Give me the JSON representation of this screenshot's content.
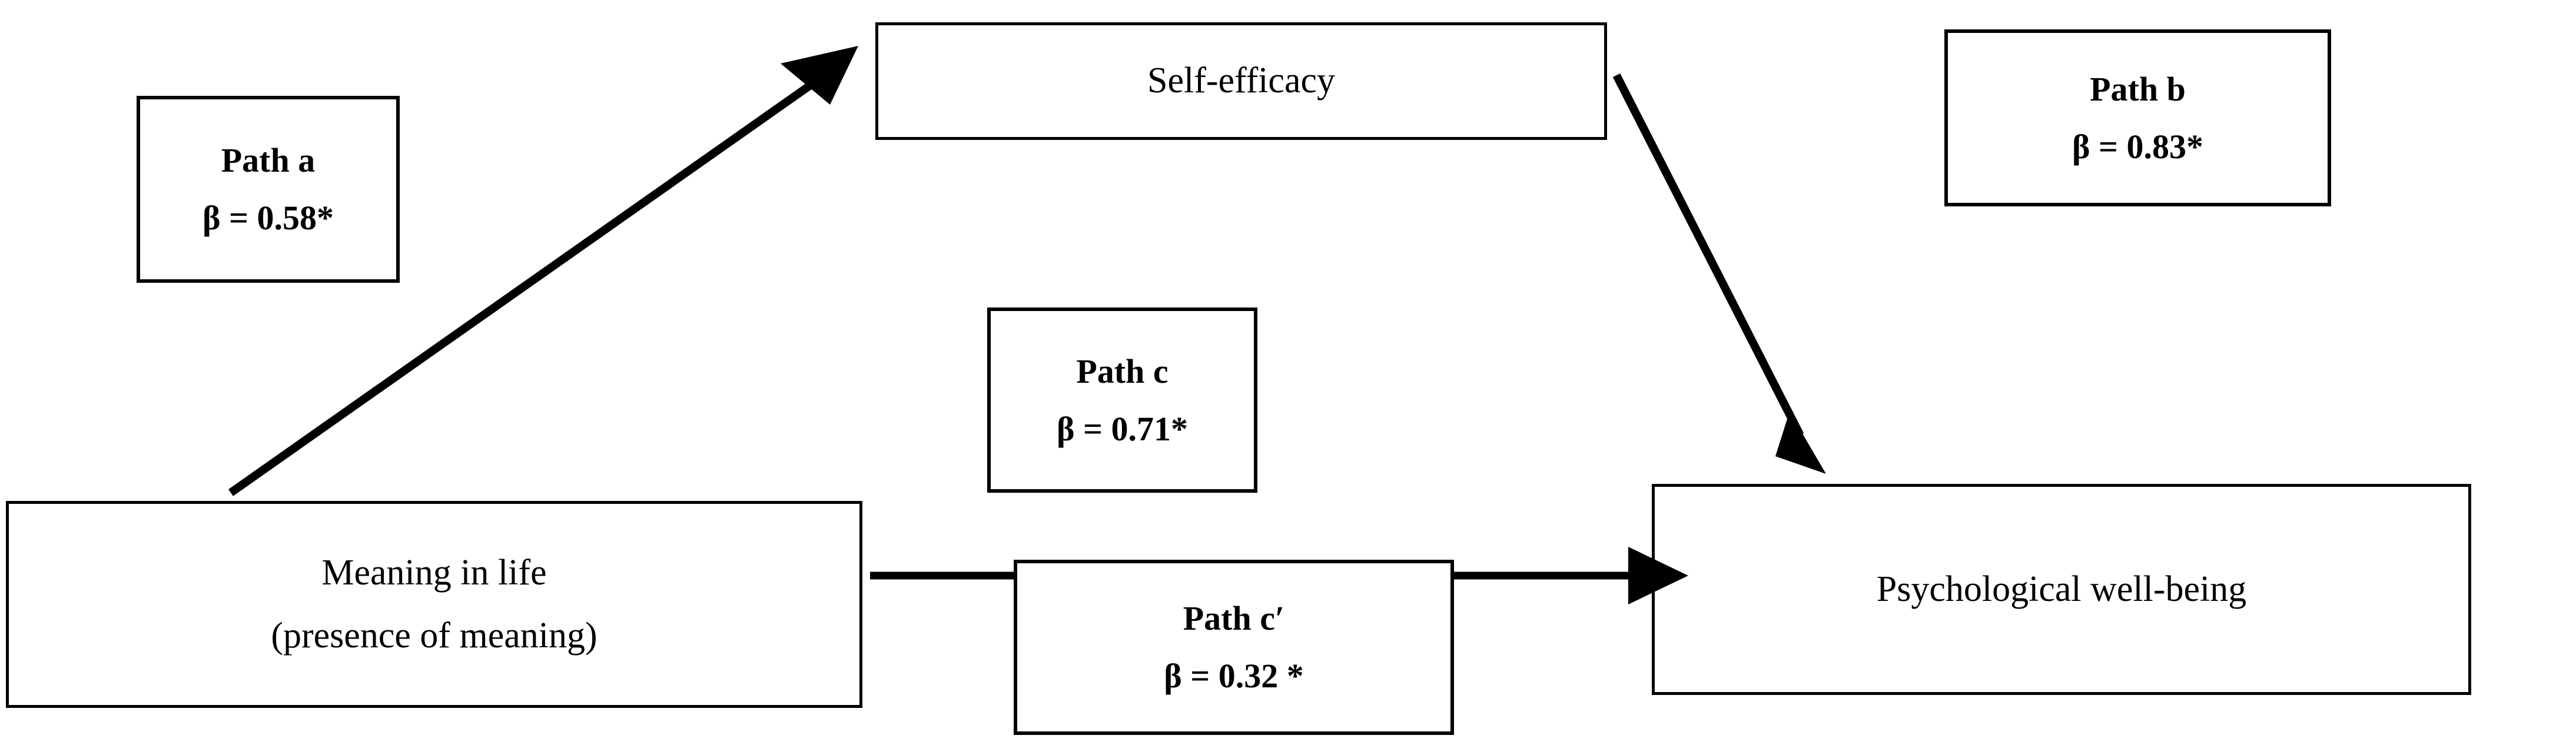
{
  "diagram": {
    "type": "mediation-path-model",
    "nodes": [
      {
        "id": "self-efficacy",
        "label": "Self-efficacy",
        "sublabel": ""
      },
      {
        "id": "meaning-in-life",
        "label": "Meaning in life",
        "sublabel": "(presence of meaning)"
      },
      {
        "id": "psychological-well-being",
        "label": "Psychological well-being",
        "sublabel": ""
      }
    ],
    "paths": [
      {
        "id": "a",
        "name": "Path a",
        "beta": "β = 0.58*",
        "from": "meaning-in-life",
        "to": "self-efficacy"
      },
      {
        "id": "b",
        "name": "Path b",
        "beta": "β = 0.83*",
        "from": "self-efficacy",
        "to": "psychological-well-being"
      },
      {
        "id": "c",
        "name": "Path c",
        "beta": "β = 0.71*",
        "from": "meaning-in-life",
        "to": "psychological-well-being"
      },
      {
        "id": "cp",
        "name": "Path c′",
        "beta": "β = 0.32 *",
        "from": "meaning-in-life",
        "to": "psychological-well-being"
      }
    ],
    "arrows": [
      {
        "id": "arrow-a",
        "style": "diagonal-up-right",
        "from": "meaning-in-life",
        "to": "self-efficacy"
      },
      {
        "id": "arrow-b",
        "style": "diagonal-down-right",
        "from": "self-efficacy",
        "to": "psychological-well-being"
      },
      {
        "id": "arrow-cprime",
        "style": "horizontal-right",
        "from": "meaning-in-life",
        "to": "psychological-well-being"
      }
    ],
    "colors": {
      "stroke": "#000000",
      "fill": "#ffffff",
      "text": "#000000"
    }
  }
}
